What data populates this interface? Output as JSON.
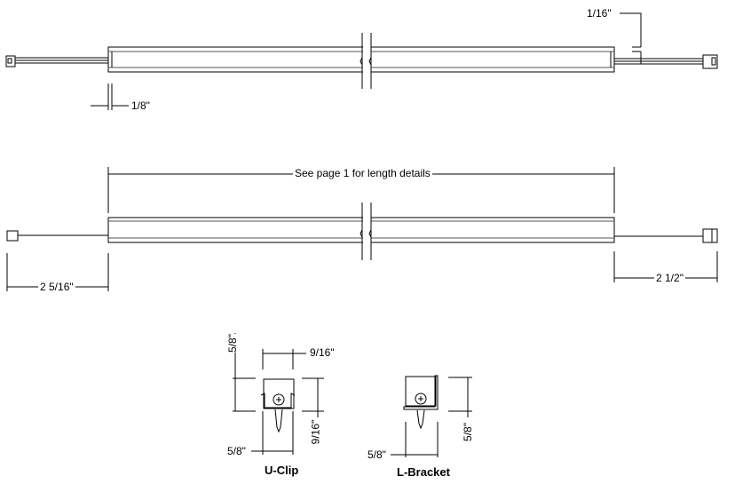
{
  "dimensions": {
    "top_gap": "1/16\"",
    "end_cap": "1/8\"",
    "length_note": "See page 1 for length details",
    "left_lead": "2 5/16\"",
    "right_lead": "2 1/2\"",
    "uclip_height": "5/8\"",
    "uclip_top_width": "9/16\"",
    "uclip_side_height": "9/16\"",
    "uclip_base_width": "5/8\"",
    "lbracket_height": "5/8\"",
    "lbracket_base_width": "5/8\""
  },
  "titles": {
    "uclip": "U-Clip",
    "lbracket": "L-Bracket"
  }
}
